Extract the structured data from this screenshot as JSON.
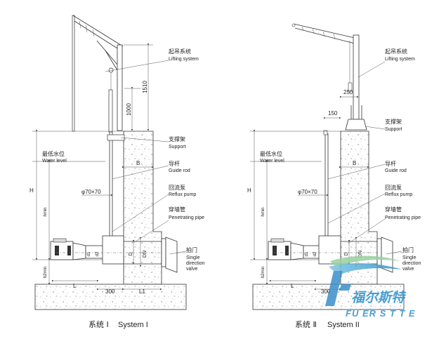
{
  "systems": [
    {
      "caption_cn": "系统 Ⅰ",
      "caption_en": "System I",
      "dims": {
        "d1000": "1000",
        "d1510": "1510",
        "pipe": "φ70×70",
        "b": "B",
        "h": "H",
        "hmin": "hmin",
        "h2min": "h2min",
        "d": "D",
        "dn": "DN",
        "d1": "d1",
        "d2": "d2",
        "l": "L",
        "l1": "L1",
        "d300": "300"
      }
    },
    {
      "caption_cn": "系统 Ⅱ",
      "caption_en": "System II",
      "dims": {
        "d150": "150",
        "d250": "250",
        "pipe": "φ70×70",
        "b": "B",
        "h": "H",
        "hmin": "hmin",
        "h2min": "h2min",
        "d": "D",
        "dn": "DN",
        "d1": "d1",
        "d2": "d2",
        "l": "L",
        "d300": "300"
      }
    }
  ],
  "labels": {
    "lifting_cn": "起吊系统",
    "lifting_en": "Lifting system",
    "support_cn": "支撑架",
    "support_en": "Support",
    "water_cn": "最低水位",
    "water_en": "Water level",
    "guide_cn": "导杆",
    "guide_en": "Guide rod",
    "reflux_cn": "回流泵",
    "reflux_en": "Reflux pump",
    "pipe_cn": "穿墙管",
    "pipe_en": "Penetrating pipe",
    "valve_cn": "拍门",
    "valve_en1": "Single",
    "valve_en2": "direction",
    "valve_en3": "valve"
  },
  "logo": {
    "cn": "福尔斯特",
    "en": "FU ER S T T E"
  }
}
